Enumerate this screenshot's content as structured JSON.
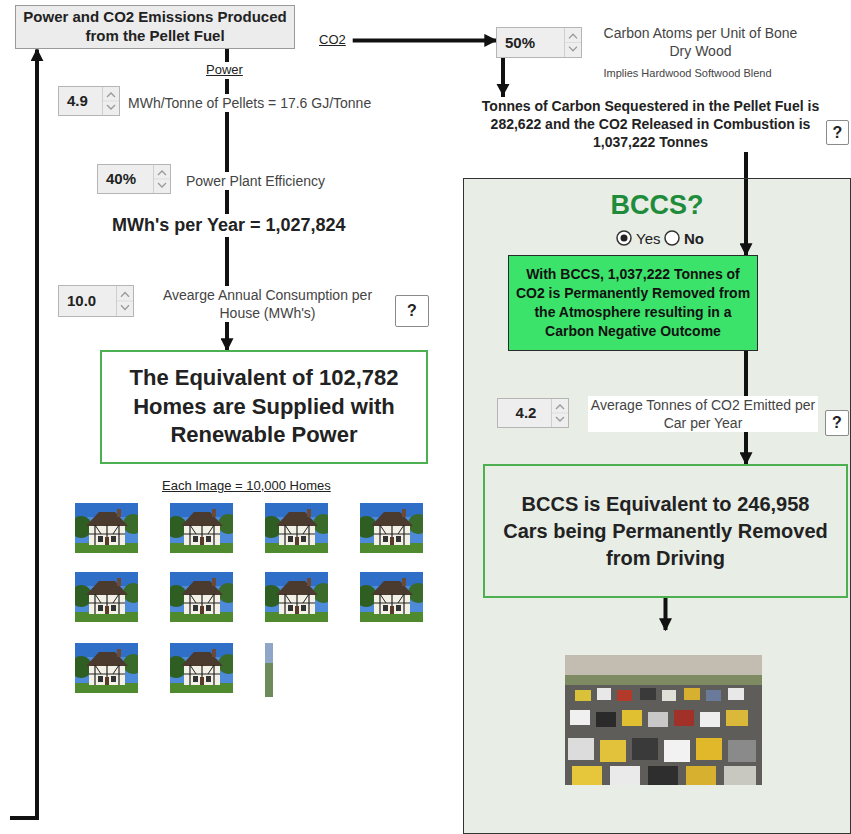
{
  "diagram": {
    "nodes": [
      {
        "text": [
          "Power and CO2 Emissions Produced from the Pellet Fuel"
        ]
      },
      {
        "text": [
          "50%"
        ]
      },
      {
        "text": [
          "4.9"
        ]
      },
      {
        "text": [
          "40%"
        ]
      },
      {
        "text": [
          "10.0"
        ]
      },
      {
        "text": [
          "?"
        ]
      },
      {
        "text": [
          "The Equivalent of 102,782 Homes are Supplied with Renewable Power"
        ]
      },
      {
        "text": [
          "?"
        ]
      },
      {
        "text": [
          "BCCS?"
        ]
      },
      {
        "text": [
          "With BCCS, 1,037,222 Tonnes of CO2 is Permanently Removed from the Atmosphere resulting in a Carbon Negative Outcome"
        ],
        "in": 8
      },
      {
        "text": [
          "4.2"
        ],
        "in": 8
      },
      {
        "text": [
          "?"
        ],
        "in": 8
      },
      {
        "text": [
          "BCCS is Equivalent to 246,958 Cars being Permanently Removed from Driving"
        ],
        "in": 8
      }
    ],
    "edges": [
      {
        "from": 0,
        "to": 1,
        "arrow": "to"
      },
      {
        "from": 0,
        "to": 6,
        "arrow": "to"
      },
      {
        "from": 1,
        "to": 9,
        "arrow": "to"
      },
      {
        "from": 9,
        "to": 12,
        "arrow": "to"
      }
    ],
    "labels": [
      "CO2",
      "Power",
      "Carbon Atoms per Unit of Bone Dry Wood",
      "Implies Hardwood Softwood Blend",
      "Tonnes of Carbon Sequestered in the Pellet Fuel is 282,622 and the CO2 Released in Combustion is 1,037,222 Tonnes",
      "MWh/Tonne of Pellets = 17.6 GJ/Tonne",
      "Power Plant Efficiency",
      "MWh's per Year = 1,027,824",
      "Avearge Annual Consumption per House (MWh's)",
      "Each Image = 10,000 Homes",
      "Yes",
      "No",
      "Average Tonnes of CO2 Emitted per Car per Year"
    ]
  }
}
